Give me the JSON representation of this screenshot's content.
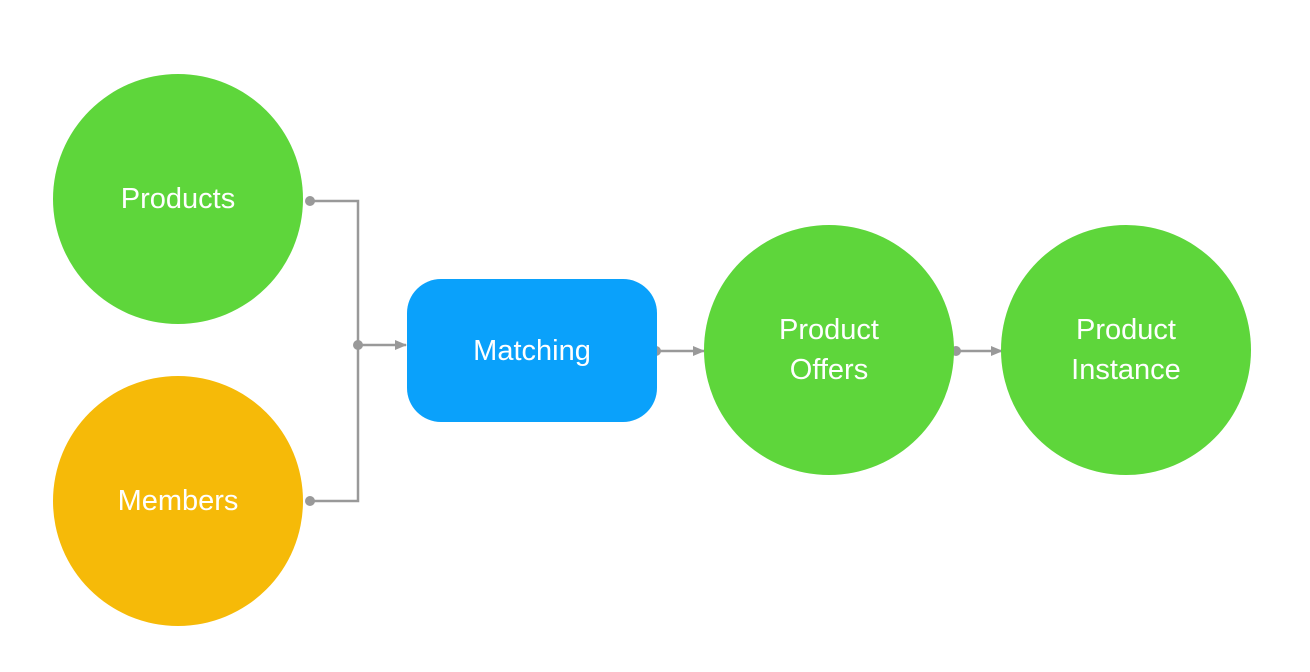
{
  "colors": {
    "green": "#5ED63B",
    "orange": "#F6BA08",
    "blue": "#0AA1FB",
    "connector": "#999999"
  },
  "nodes": {
    "products": {
      "label_lines": [
        "Products"
      ],
      "color": "#5ED63B",
      "shape": "circle"
    },
    "members": {
      "label_lines": [
        "Members"
      ],
      "color": "#F6BA08",
      "shape": "circle"
    },
    "matching": {
      "label_lines": [
        "Matching"
      ],
      "color": "#0AA1FB",
      "shape": "rounded-rectangle"
    },
    "product_offers": {
      "label_lines": [
        "Product",
        "Offers"
      ],
      "color": "#5ED63B",
      "shape": "circle"
    },
    "product_instance": {
      "label_lines": [
        "Product",
        "Instance"
      ],
      "color": "#5ED63B",
      "shape": "circle"
    }
  },
  "edges": [
    {
      "from": "products",
      "to": "matching"
    },
    {
      "from": "members",
      "to": "matching"
    },
    {
      "from": "matching",
      "to": "product_offers"
    },
    {
      "from": "product_offers",
      "to": "product_instance"
    }
  ]
}
